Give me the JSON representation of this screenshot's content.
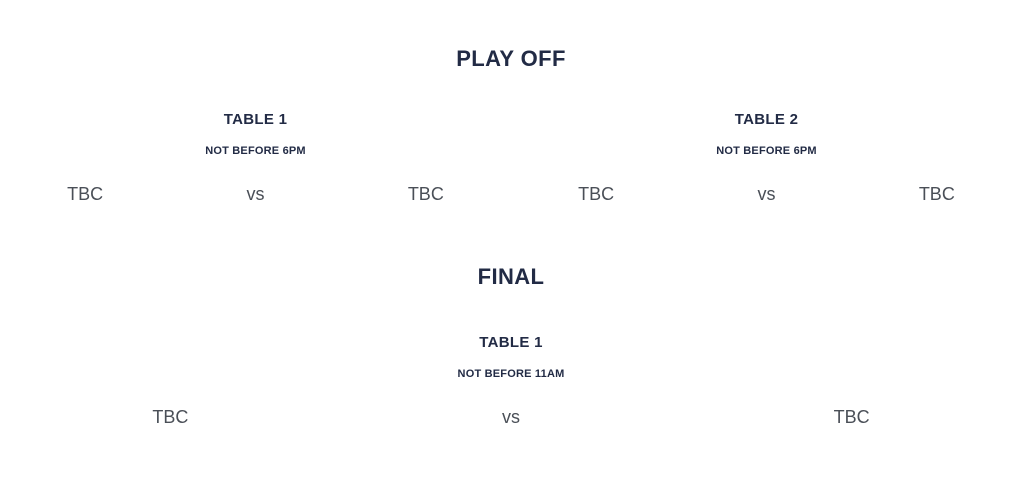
{
  "colors": {
    "background": "#ffffff",
    "heading": "#222b45",
    "label": "#222b45",
    "team": "#4a4f57"
  },
  "rounds": [
    {
      "name": "playoff",
      "heading": "PLAY OFF",
      "matches": [
        {
          "table": "TABLE 1",
          "time": "NOT BEFORE 6PM",
          "home": "TBC",
          "separator": "vs",
          "away": "TBC"
        },
        {
          "table": "TABLE 2",
          "time": "NOT BEFORE 6PM",
          "home": "TBC",
          "separator": "vs",
          "away": "TBC"
        }
      ]
    },
    {
      "name": "final",
      "heading": "FINAL",
      "matches": [
        {
          "table": "TABLE 1",
          "time": "NOT BEFORE 11AM",
          "home": "TBC",
          "separator": "vs",
          "away": "TBC"
        }
      ]
    }
  ]
}
